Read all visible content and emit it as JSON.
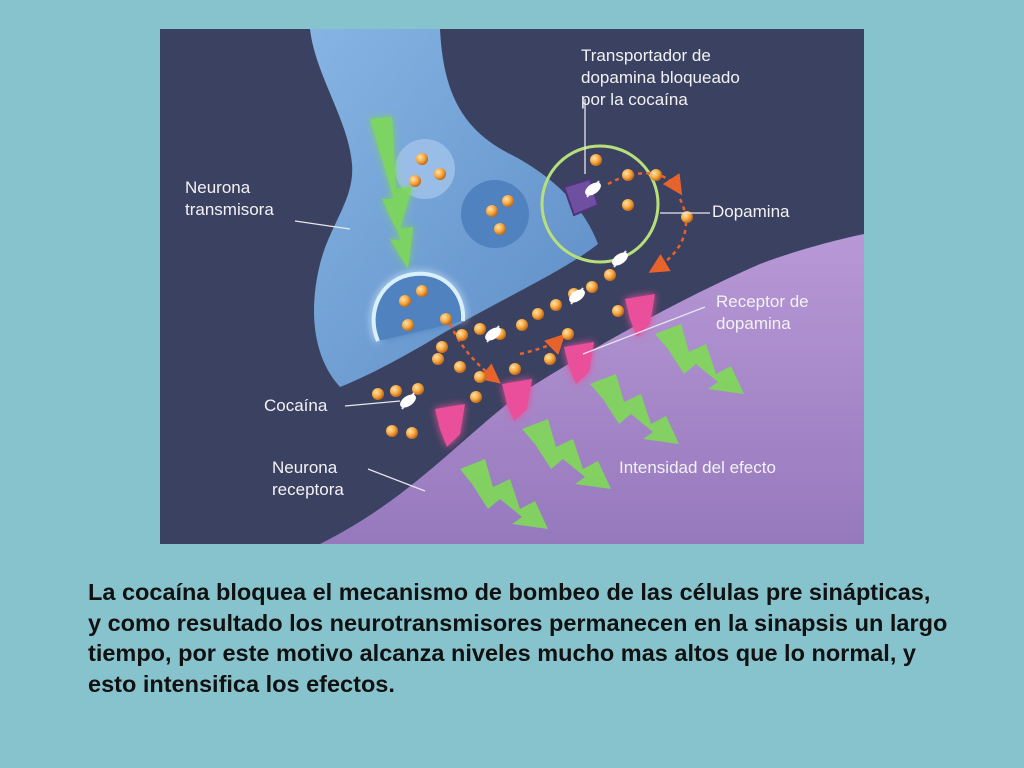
{
  "labels": {
    "transporter": "Transportador de\ndopamina bloqueado\npor la cocaína",
    "transmitter_neuron": "Neurona\ntransmisora",
    "dopamine": "Dopamina",
    "receptor": "Receptor de\ndopamina",
    "cocaine": "Cocaína",
    "receiver_neuron": "Neurona\nreceptora",
    "effect_intensity": "Intensidad del efecto"
  },
  "caption": "La cocaína bloquea el mecanismo de bombeo de las células pre sinápticas, y como resultado los neurotransmisores permanecen en la sinapsis un largo tiempo, por este motivo alcanza niveles mucho mas altos que lo normal, y esto intensifica los efectos.",
  "colors": {
    "background": "#87c3cc",
    "figure_bg": "#3b4160",
    "transmitter_neuron": "#6f9fd4",
    "receiver_neuron": "#a98ac8",
    "dopamine": "#f4a640",
    "receptor": "#e9509a",
    "signal": "#7ed957",
    "transporter": "#6e4fa0",
    "ring": "#b7e07a",
    "arrow": "#e8622b"
  }
}
